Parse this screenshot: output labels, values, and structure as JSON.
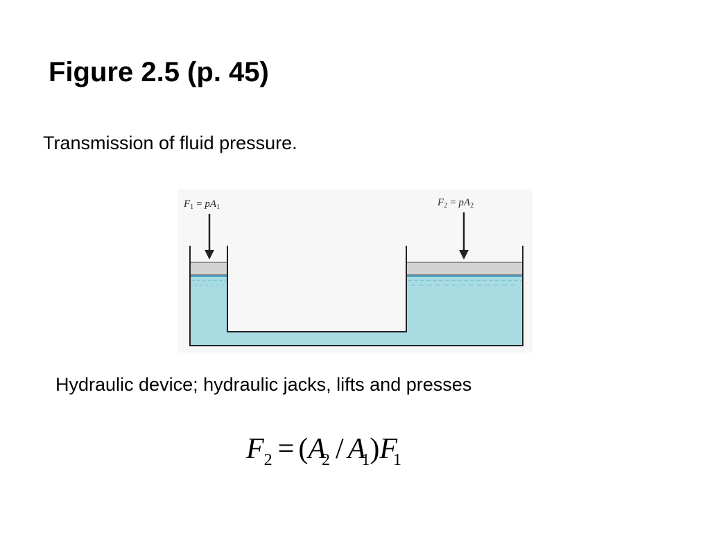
{
  "slide": {
    "title": "Figure 2.5 (p. 45)",
    "subtitle": "Transmission of fluid pressure.",
    "caption": "Hydraulic device; hydraulic jacks, lifts and presses"
  },
  "diagram": {
    "left_force": {
      "symbol": "F",
      "subscript": "1",
      "equals": "= ",
      "p": "p",
      "area": "A",
      "area_subscript": "1"
    },
    "right_force": {
      "symbol": "F",
      "subscript": "2",
      "equals": "= ",
      "p": "p",
      "area": "A",
      "area_subscript": "2"
    },
    "colors": {
      "fluid": "#a9dbe3",
      "piston": "#d3d3d3",
      "wall": "#222222",
      "background": "#f7f7f7",
      "surface_line": "#1f8fbf"
    }
  },
  "equation": {
    "lhs": "F",
    "lhs_sub": "2",
    "eq": "=",
    "open": "(",
    "a_num": "A",
    "a_num_sub": "2",
    "slash": "/",
    "a_den": "A",
    "a_den_sub": "1",
    "close": ")",
    "rhs": "F",
    "rhs_sub": "1"
  }
}
